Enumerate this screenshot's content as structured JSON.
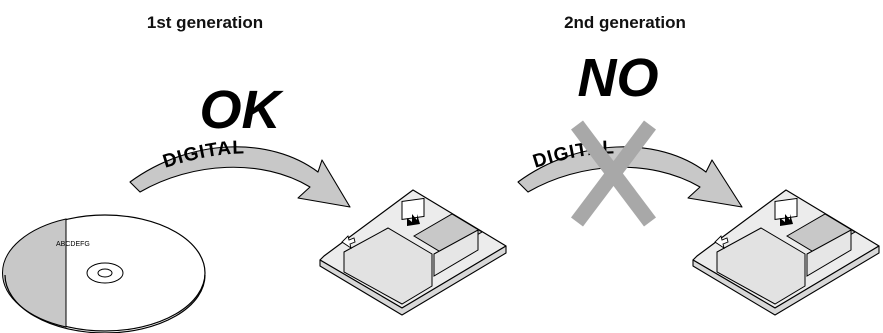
{
  "panels": [
    {
      "heading": "1st generation",
      "verdict": "OK",
      "arrow_label": "DIGITAL"
    },
    {
      "heading": "2nd generation",
      "verdict": "NO",
      "arrow_label": "DIGITAL"
    }
  ],
  "source_disc": {
    "label": "ABCDEFG"
  },
  "colors": {
    "arrow_fill": "#c8c8c8",
    "disc_shade": "#c8c8c8",
    "cross": "#a8a8a8",
    "cartridge_body": "#ececec",
    "cartridge_window": "#c8c8c8",
    "outline": "#000000"
  },
  "icons": [
    "compact-disc-icon",
    "minidisc-cartridge-icon",
    "cross-mark-icon",
    "curved-arrow-icon"
  ]
}
